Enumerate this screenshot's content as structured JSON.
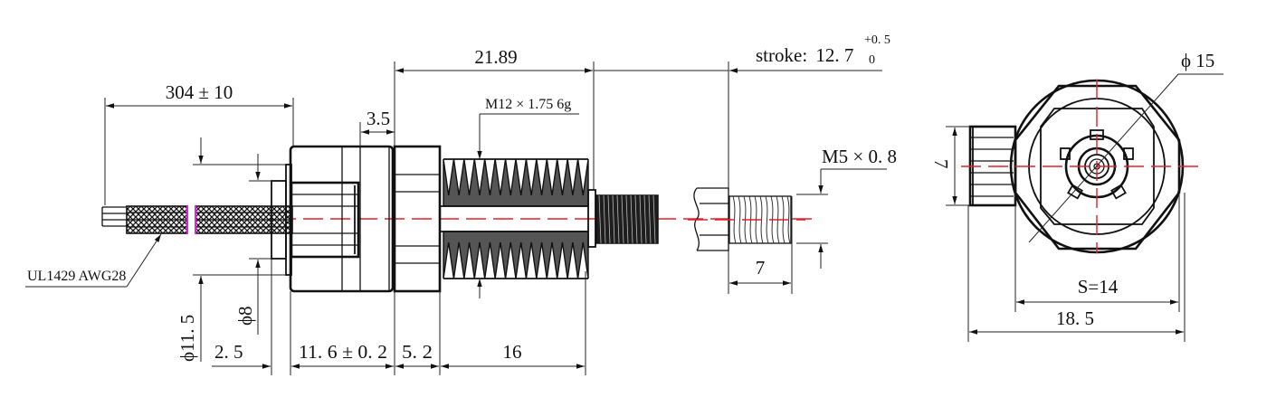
{
  "drawing": {
    "title": "Linear actuator dimension drawing",
    "colors": {
      "line": "#111111",
      "centerline": "#e0202a",
      "cable_break": "#e020e0",
      "background": "#ffffff"
    },
    "side_view": {
      "cable_length": "304 ± 10",
      "cable_spec": "UL1429 AWG28",
      "flange_offset": "3.5",
      "body_to_nut_length": "21.89",
      "stroke": {
        "label": "stroke:",
        "value": "12. 7",
        "tol_upper": "+0. 5",
        "tol_lower": "0"
      },
      "main_thread": "M12 × 1.75  6g",
      "shaft_thread": "M5 × 0. 8",
      "shaft_thread_length": "7",
      "dia_cable_boss": "ϕ11. 5",
      "dia_inner_boss": "ϕ8",
      "boss_length": "2. 5",
      "body_length": "11. 6 ± 0. 2",
      "hex_length": "5. 2",
      "thread_length": "16"
    },
    "end_view": {
      "outer_diameter": "ϕ 15",
      "hex_across_flats": "S=14",
      "overall_width": "18. 5",
      "connector_height": "7"
    }
  }
}
